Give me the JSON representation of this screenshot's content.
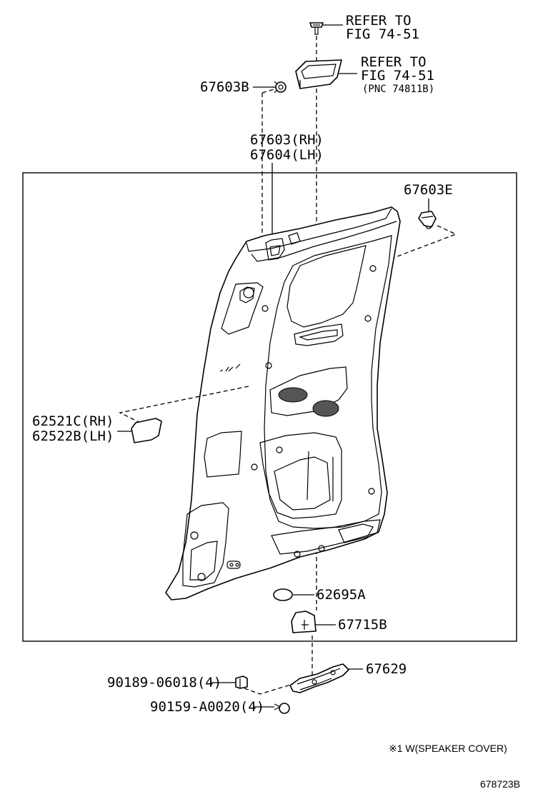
{
  "diagram": {
    "callouts": {
      "refer_top_1": "REFER TO",
      "refer_top_2": "FIG 74-51",
      "refer_mid_1": "REFER TO",
      "refer_mid_2": "FIG 74-51",
      "refer_mid_3": "(PNC 74811B)",
      "p67603B": "67603B",
      "p67603_rh": "67603(RH)",
      "p67604_lh": "67604(LH)",
      "p67603E": "67603E",
      "p62521C": "62521C(RH)",
      "p62522B": "62522B(LH)",
      "p62695A": "62695A",
      "p67715B": "67715B",
      "p67629": "67629",
      "p90189": "90189-06018(4)",
      "p90159": "90159-A0020(4)"
    },
    "note": "※1 W(SPEAKER COVER)",
    "figure_id": "678723B"
  }
}
